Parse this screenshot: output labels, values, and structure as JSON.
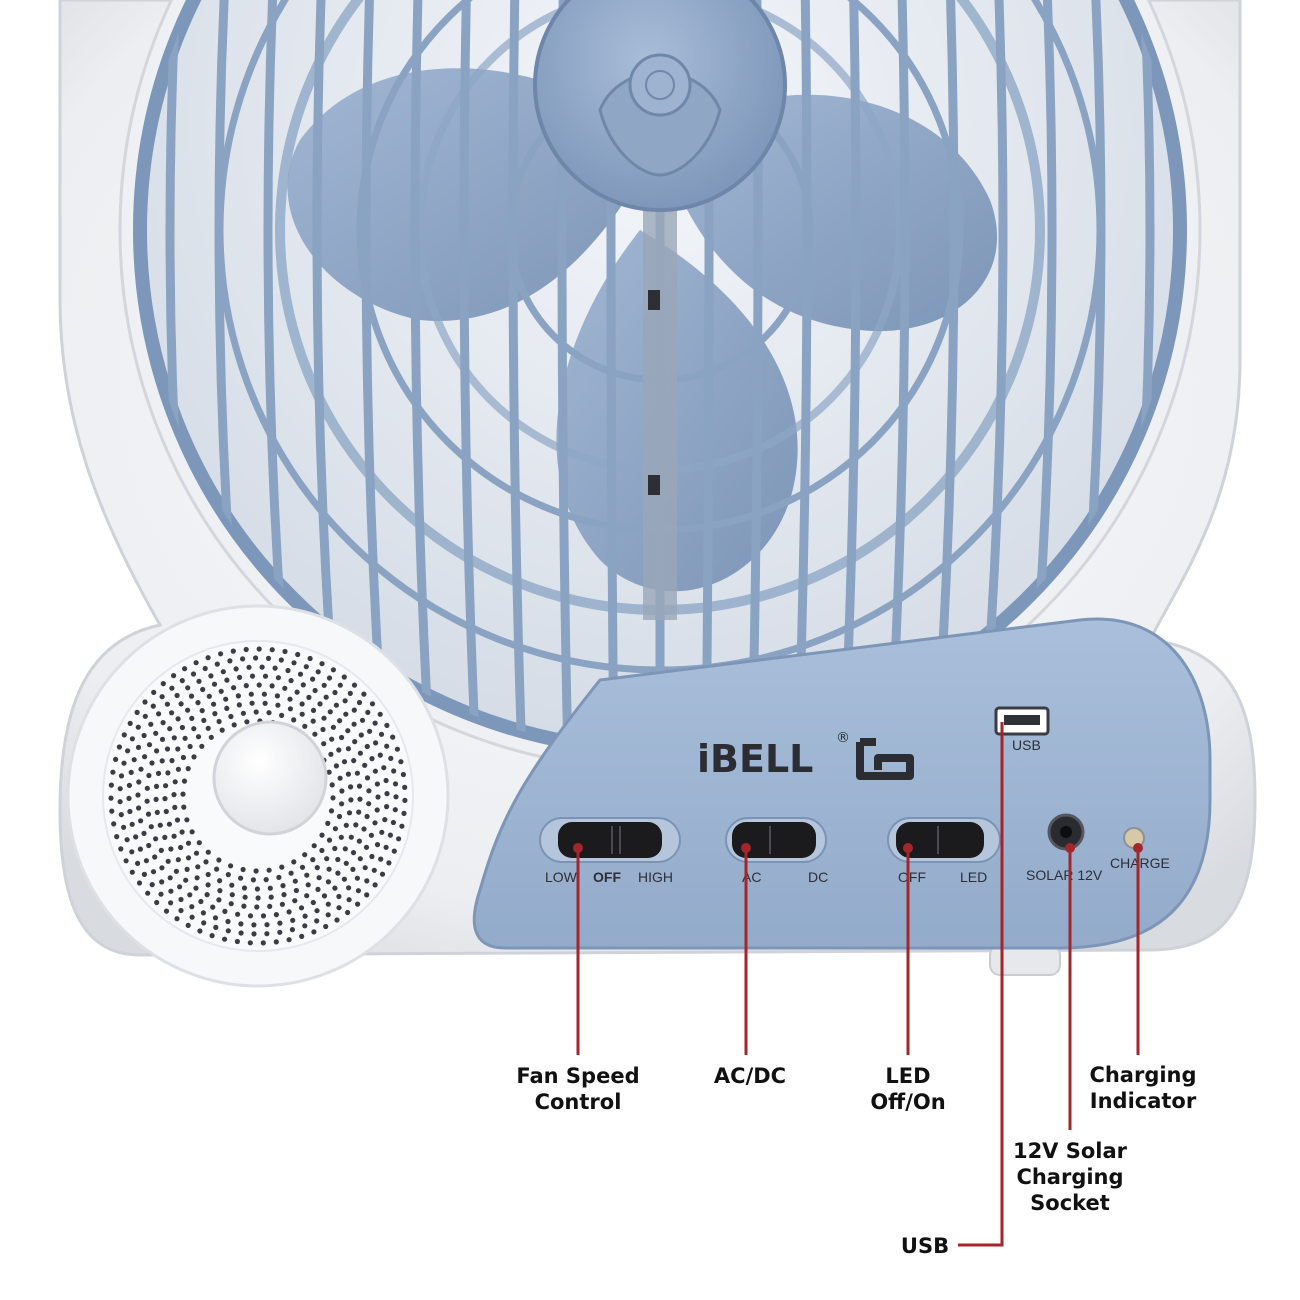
{
  "brand": {
    "name": "iBELL",
    "registered_mark": "®"
  },
  "colors": {
    "body": "#f2f3f5",
    "body_shadow": "#d9dbe0",
    "fan_blue": "#8ea7c6",
    "fan_blue_dark": "#6f88aa",
    "panel_blue": "#9fb6d4",
    "switch_black": "#1b1b1d",
    "leader_red": "#a3262b"
  },
  "panel": {
    "usb_port_label": "USB",
    "speed_labels": {
      "low": "LOW",
      "off": "OFF",
      "high": "HIGH"
    },
    "acdc_labels": {
      "ac": "AC",
      "dc": "DC"
    },
    "led_labels": {
      "off": "OFF",
      "led": "LED"
    },
    "solar_label": "SOLAR 12V",
    "charge_label": "CHARGE"
  },
  "callouts": {
    "fan_speed": "Fan Speed\nControl",
    "ac_dc": "AC/DC",
    "led": "LED\nOff/On",
    "charging_indicator": "Charging\nIndicator",
    "solar_socket": "12V Solar\nCharging\nSocket",
    "usb": "USB"
  },
  "icons": [
    "speaker-grille-icon",
    "fan-hub-icon",
    "usb-port-icon",
    "dc-socket-icon",
    "led-indicator-icon"
  ]
}
